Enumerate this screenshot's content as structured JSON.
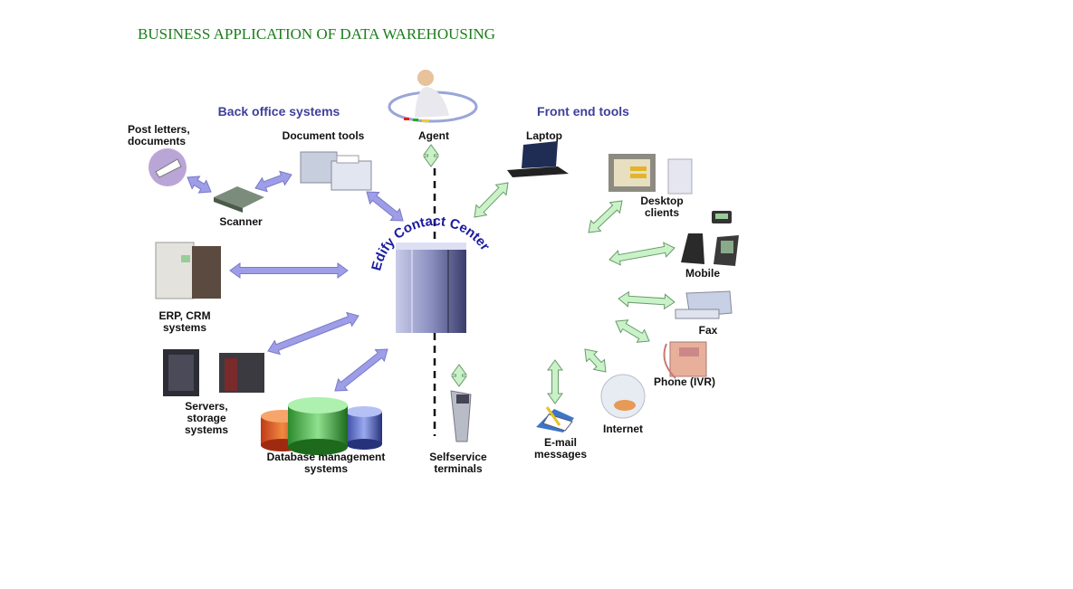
{
  "title": "BUSINESS APPLICATION OF DATA WAREHOUSING",
  "sections": {
    "back_office": "Back office systems",
    "front_end": "Front end tools"
  },
  "hub": {
    "label": "Edify Contact Center",
    "icon": "server-tower-icon"
  },
  "nodes": {
    "post": {
      "lines": [
        "Post letters,",
        "documents"
      ],
      "icon": "envelope-icon"
    },
    "scanner": {
      "lines": [
        "Scanner"
      ],
      "icon": "scanner-icon"
    },
    "document_tools": {
      "lines": [
        "Document tools"
      ],
      "icon": "printer-icon"
    },
    "agent": {
      "lines": [
        "Agent"
      ],
      "icon": "agent-headset-icon"
    },
    "erp": {
      "lines": [
        "ERP, CRM",
        "systems"
      ],
      "icon": "server-cabinet-icon"
    },
    "servers": {
      "lines": [
        "Servers,",
        "storage",
        "systems"
      ],
      "icon": "servers-icon"
    },
    "database": {
      "lines": [
        "Database management",
        "systems"
      ],
      "icon": "database-icon"
    },
    "selfservice": {
      "lines": [
        "Selfservice",
        "terminals"
      ],
      "icon": "kiosk-icon"
    },
    "laptop": {
      "lines": [
        "Laptop"
      ],
      "icon": "laptop-icon"
    },
    "desktop": {
      "lines": [
        "Desktop",
        "clients"
      ],
      "icon": "desktop-icon"
    },
    "mobile": {
      "lines": [
        "Mobile"
      ],
      "icon": "mobile-phone-icon"
    },
    "fax": {
      "lines": [
        "Fax"
      ],
      "icon": "fax-icon"
    },
    "phone": {
      "lines": [
        "Phone (IVR)"
      ],
      "icon": "telephone-icon"
    },
    "internet": {
      "lines": [
        "Internet"
      ],
      "icon": "globe-icon"
    },
    "email": {
      "lines": [
        "E-mail",
        "messages"
      ],
      "icon": "email-icon"
    }
  },
  "colors": {
    "title": "#1b7d1b",
    "section": "#3f3f9c",
    "back_arrow": "#9d9de8",
    "front_arrow": "#c9f2c9",
    "hub_text": "#1a1aa0"
  }
}
